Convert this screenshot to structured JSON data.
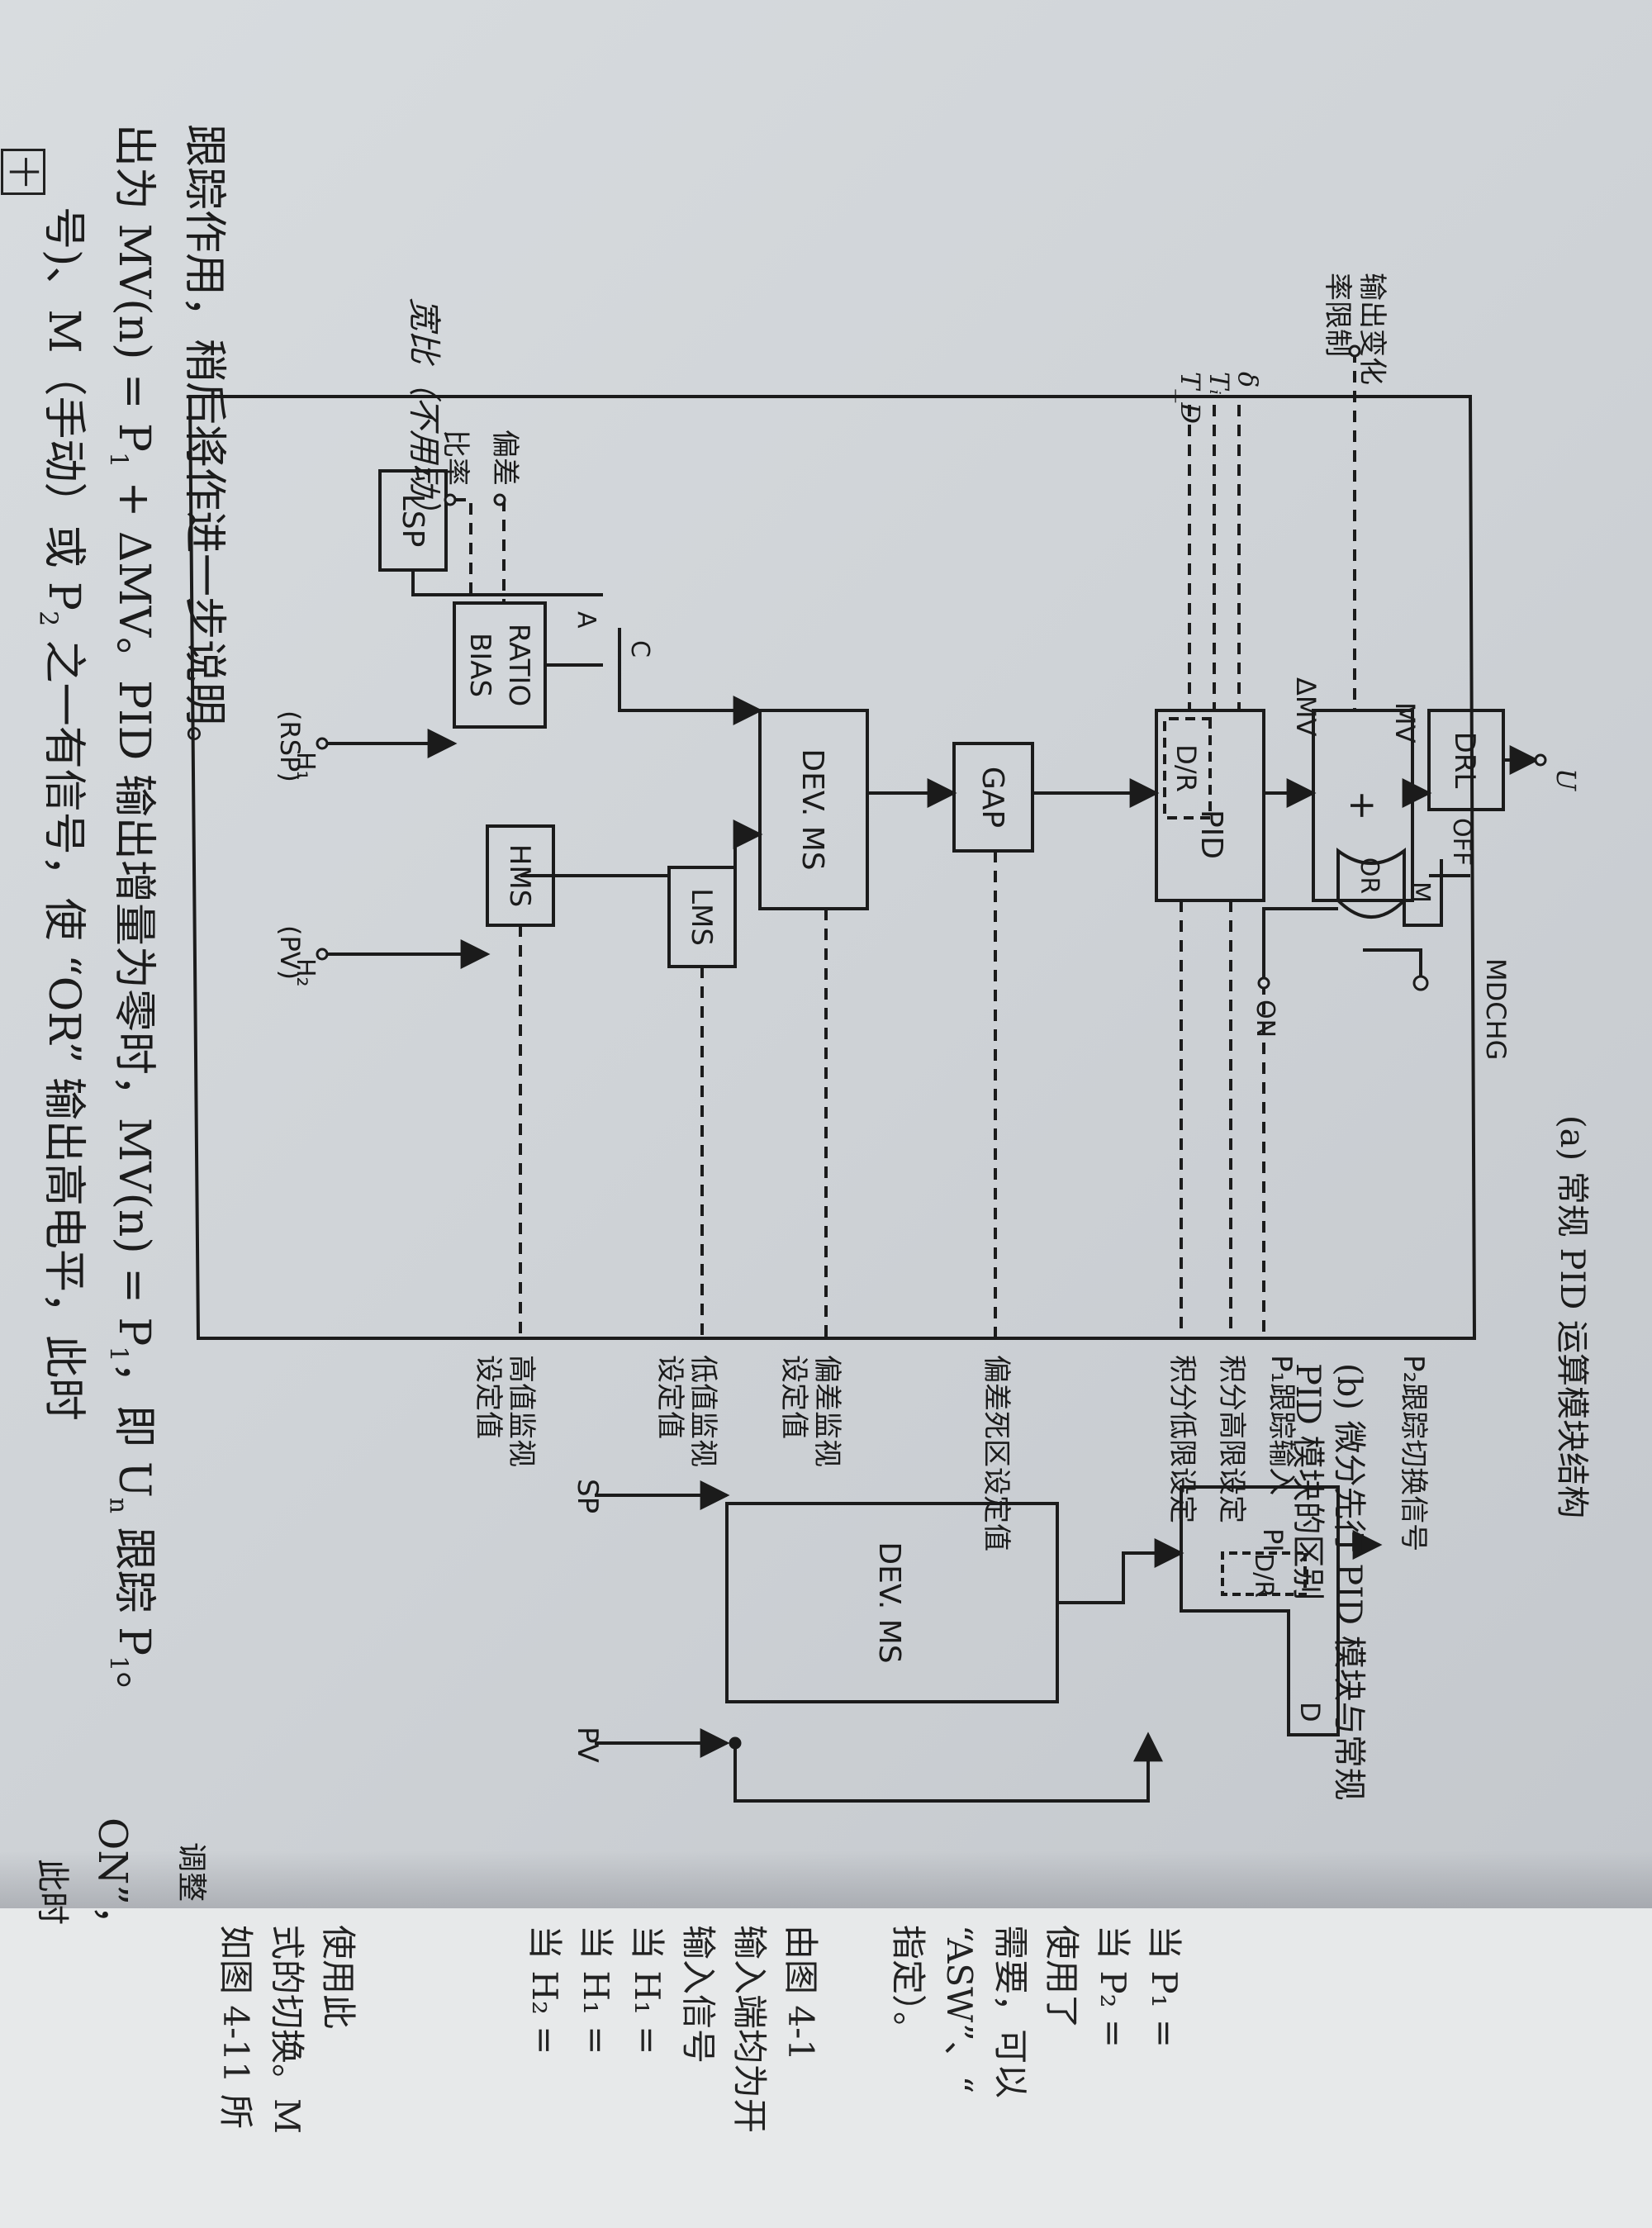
{
  "paragraph": {
    "line1_prefix": "号)、M（手动）或 P",
    "line1_sub": "2",
    "line1_mid": " 之一有信号，使 “OR” 输出高电平，此时",
    "line2_prefix": "出为 MV(n) = P",
    "line2_sub": "1",
    "line2_mid": " + ΔMV。PID 输出增量为零时，MV(n) = P",
    "line2_sub2": "1",
    "line2_mid2": "，即 U",
    "line2_sub3": "n",
    "line2_end": " 跟踪 P",
    "line2_sub4": "1",
    "line2_tail": "。",
    "line3": "跟踪作用，稍后将作进一步说明。"
  },
  "diagram_a": {
    "caption": "(a) 常规 PID 运算模块结构",
    "handwritten_note": "宽比（不用动）",
    "blocks": {
      "lsp": "LSP",
      "ratio": "RATIO",
      "bias": "BIAS",
      "dev_ms": "DEV. MS",
      "gap": "GAP",
      "pid": "PID",
      "dr": "D/R",
      "adder": "+",
      "drl": "DRL",
      "or_gate": "OR",
      "hms": "HMS",
      "lms": "LMS",
      "m": "M"
    },
    "labels": {
      "rsp": "(RSP)",
      "h1": "H₁",
      "pv": "(PV)",
      "h2": "H₂",
      "switch_a": "A",
      "switch_c": "C",
      "mv": "MV",
      "off": "OFF",
      "on": "ON",
      "delta_mv": "ΔMV",
      "u": "U",
      "mdchg": "MDCHG",
      "delta": "δ",
      "ti": "Tᵢ",
      "td": "T_D"
    },
    "top_inputs": {
      "ratio_in": "比率",
      "bias_in": "偏差",
      "drl_in_line1": "输出变化",
      "drl_in_line2": "率限制"
    },
    "bottom_inputs": {
      "hms_setting_line1": "高值监视",
      "hms_setting_line2": "设定值",
      "lms_setting_line1": "低值监视",
      "lms_setting_line2": "设定值",
      "dev_setting_line1": "偏差监视",
      "dev_setting_line2": "设定值",
      "gap_setting": "偏差死区设定值",
      "pid_high": "积分高限设定",
      "pid_low": "积分低限设定",
      "p1_track": "P₁跟踪输入",
      "p2_track": "P₂跟踪切换信号"
    }
  },
  "diagram_b": {
    "caption_line1": "(b) 微分先行 PID 模块与常规",
    "caption_line2": "PID 模块的区别",
    "blocks": {
      "dev_ms": "DEV. MS",
      "pi": "PI",
      "dr": "D/R",
      "d": "D"
    },
    "labels": {
      "sp": "SP",
      "pv": "PV"
    }
  },
  "edge_fragments": {
    "top_left_box": "十",
    "top_right_on": "ON”，",
    "top_right_ci": "此时",
    "right_p1": "调整",
    "right_lines": [
      "使用此",
      "式的切换。M",
      "如图 4-11 所",
      "由图 4-1",
      "输入端均为开",
      "输入信号",
      "当 H₁ =",
      "当 H₁ =",
      "当 H₂ =",
      "当 P₁ =",
      "当 P₂ =",
      "使用了",
      "需要，可以",
      "“ASW”、“",
      "指定）。"
    ]
  },
  "colors": {
    "ink": "#1b1b1b",
    "paper": "#d4d8dc",
    "next_page": "#e7e9ea"
  }
}
